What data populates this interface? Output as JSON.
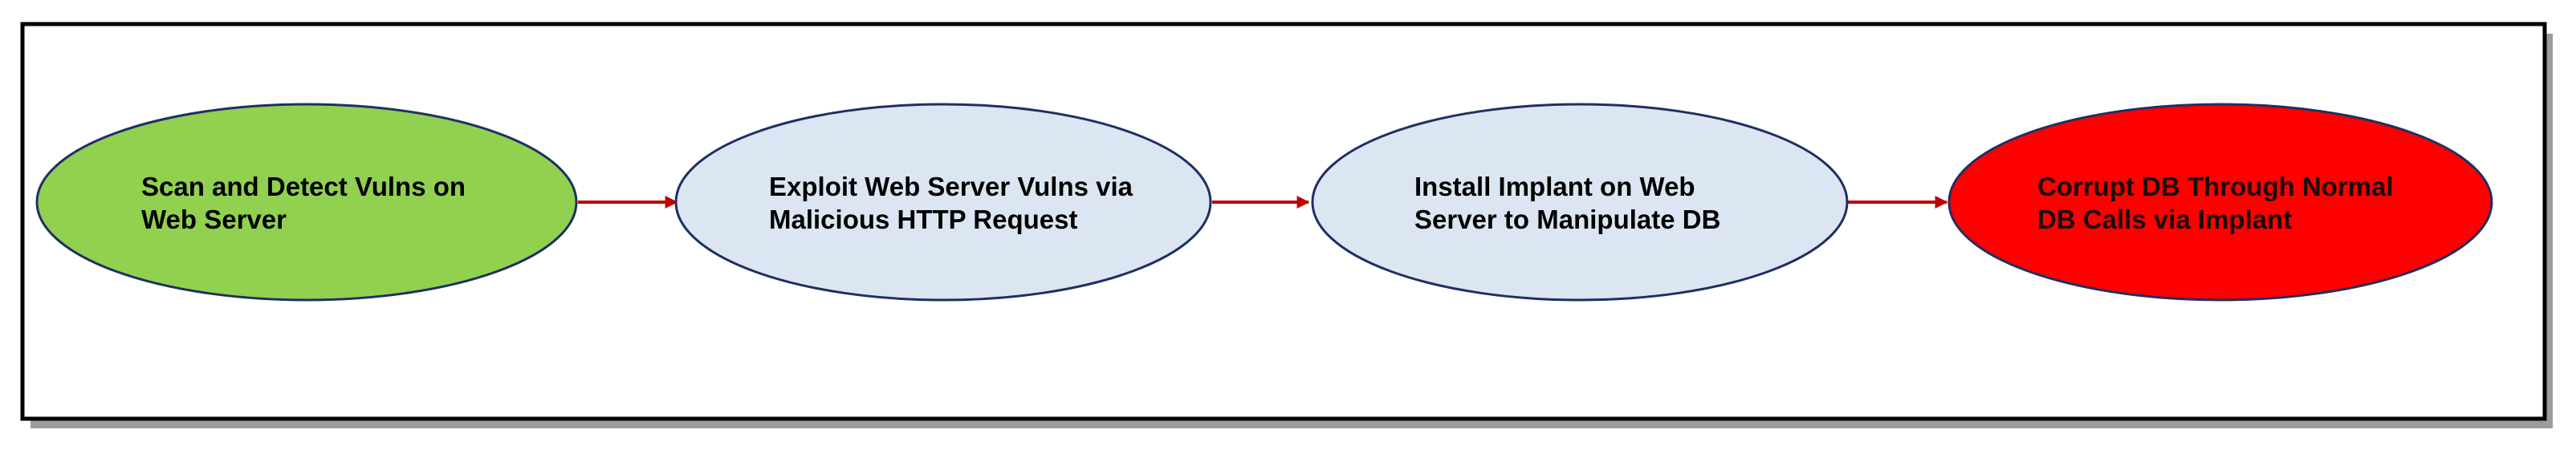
{
  "diagram": {
    "colors": {
      "frame_border": "#000000",
      "frame_shadow": "#8a8a8a",
      "ellipse_stroke": "#1f2f63",
      "arrow": "#c00000",
      "node_text_default": "#000000"
    },
    "nodes": [
      {
        "label": "Scan and Detect Vulns on Web Server",
        "fill": "#92d050",
        "text_color": "#000000"
      },
      {
        "label": "Exploit Web Server Vulns via Malicious HTTP Request",
        "fill": "#dce6f2",
        "text_color": "#000000"
      },
      {
        "label": "Install Implant on Web Server to Manipulate DB",
        "fill": "#dce6f2",
        "text_color": "#000000"
      },
      {
        "label": "Corrupt DB Through Normal DB Calls via Implant",
        "fill": "#ff0000",
        "text_color": "#1a0a0a"
      }
    ],
    "edges": [
      {
        "from": 0,
        "to": 1
      },
      {
        "from": 1,
        "to": 2
      },
      {
        "from": 2,
        "to": 3
      }
    ]
  }
}
